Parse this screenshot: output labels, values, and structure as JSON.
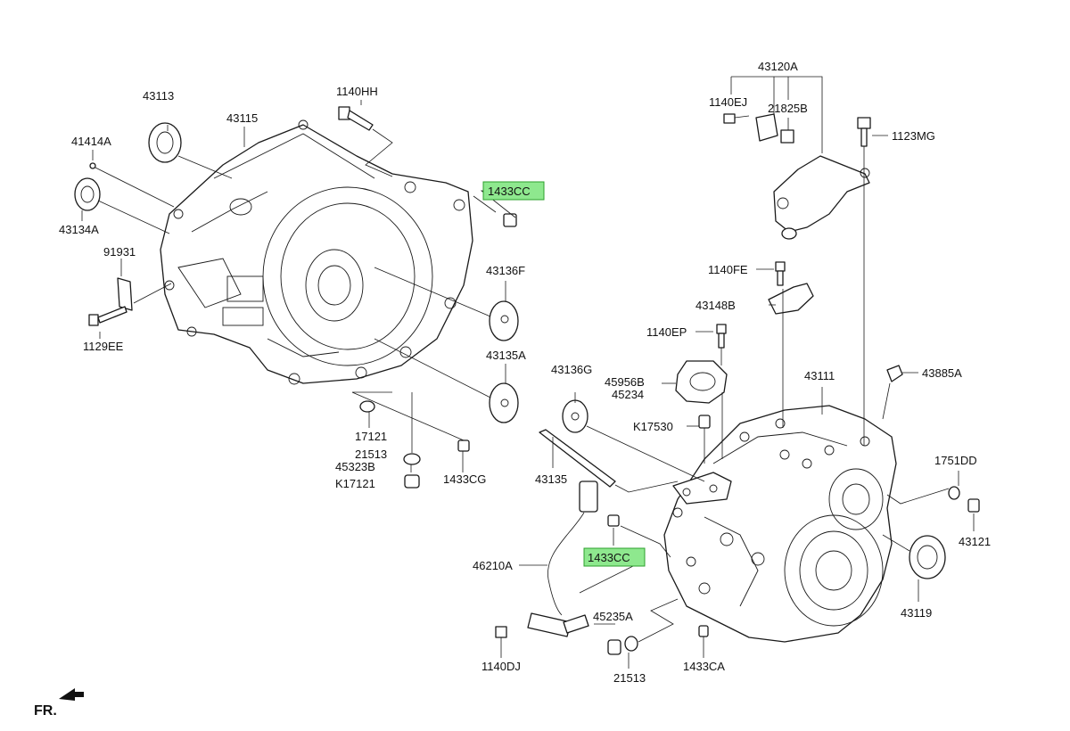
{
  "diagram": {
    "labels": [
      "43113",
      "43115",
      "1140HH",
      "41414A",
      "43134A",
      "1433CC",
      "91931",
      "1129EE",
      "43136F",
      "43135A",
      "17121",
      "21513",
      "45323B",
      "K17121",
      "1433CG",
      "43120A",
      "1140EJ",
      "21825B",
      "1123MG",
      "1140FE",
      "43148B",
      "1140EP",
      "45956B",
      "45234",
      "43136G",
      "K17530",
      "43111",
      "43885A",
      "43135",
      "1751DD",
      "43121",
      "1433CC",
      "46210A",
      "45235A",
      "43119",
      "1140DJ",
      "21513",
      "1433CA"
    ],
    "highlight_color": "#8ee88e",
    "direction_label": "FR."
  }
}
